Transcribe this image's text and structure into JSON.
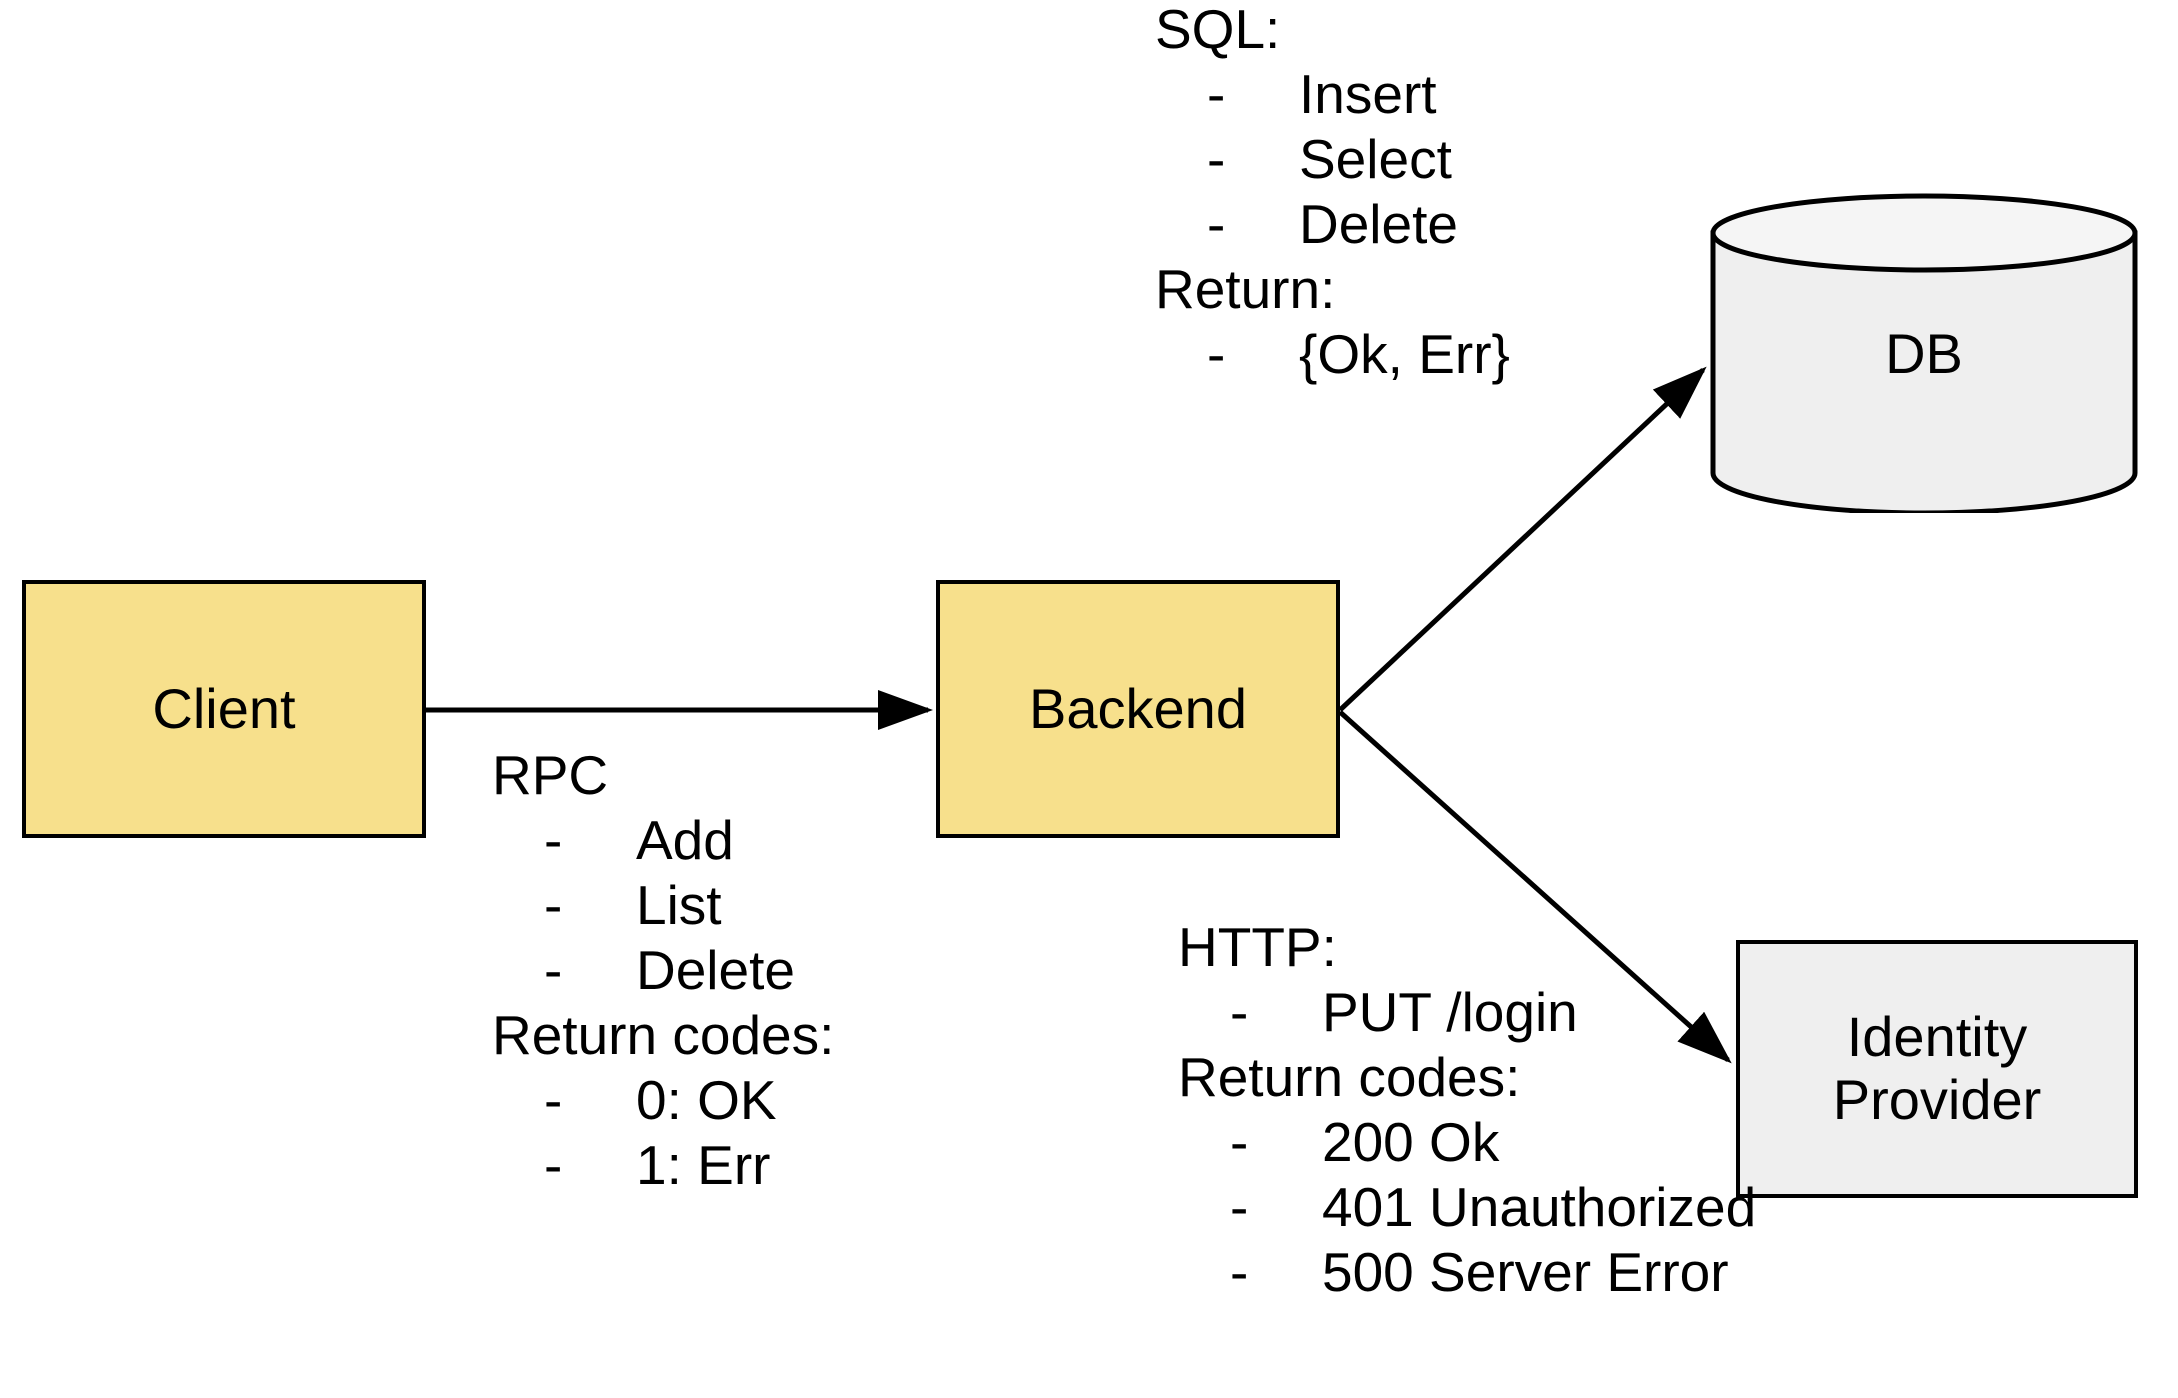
{
  "diagram": {
    "title": "Client / Backend / DB / Identity Provider architecture",
    "colors": {
      "service_fill": "#F7E08C",
      "external_fill": "#EFEFEF",
      "stroke": "#000000",
      "background": "#FFFFFF"
    },
    "nodes": [
      {
        "id": "client",
        "label": "Client",
        "shape": "rectangle",
        "fill": "#F7E08C"
      },
      {
        "id": "backend",
        "label": "Backend",
        "shape": "rectangle",
        "fill": "#F7E08C"
      },
      {
        "id": "db",
        "label": "DB",
        "shape": "cylinder",
        "fill": "#EFEFEF"
      },
      {
        "id": "idp",
        "label": "Identity\nProvider",
        "label_line1": "Identity",
        "label_line2": "Provider",
        "shape": "rectangle",
        "fill": "#EFEFEF"
      }
    ],
    "edges": [
      {
        "id": "client-backend",
        "from": "client",
        "to": "backend",
        "arrow": "single",
        "annotation": "rpc"
      },
      {
        "id": "backend-db",
        "from": "backend",
        "to": "db",
        "arrow": "single",
        "annotation": "sql"
      },
      {
        "id": "backend-idp",
        "from": "backend",
        "to": "idp",
        "arrow": "single",
        "annotation": "http"
      }
    ],
    "annotations": {
      "sql": {
        "header": "SQL:",
        "items": [
          "Insert",
          "Select",
          "Delete"
        ],
        "sub_header": "Return:",
        "sub_items": [
          "{Ok, Err}"
        ],
        "dash": "-"
      },
      "rpc": {
        "header": "RPC",
        "items": [
          "Add",
          "List",
          "Delete"
        ],
        "sub_header": "Return codes:",
        "sub_items": [
          "0: OK",
          "1: Err"
        ],
        "dash": "-"
      },
      "http": {
        "header": "HTTP:",
        "items": [
          "PUT /login"
        ],
        "sub_header": "Return codes:",
        "sub_items": [
          "200 Ok",
          "401 Unauthorized",
          "500 Server Error"
        ],
        "dash": "-"
      }
    }
  }
}
